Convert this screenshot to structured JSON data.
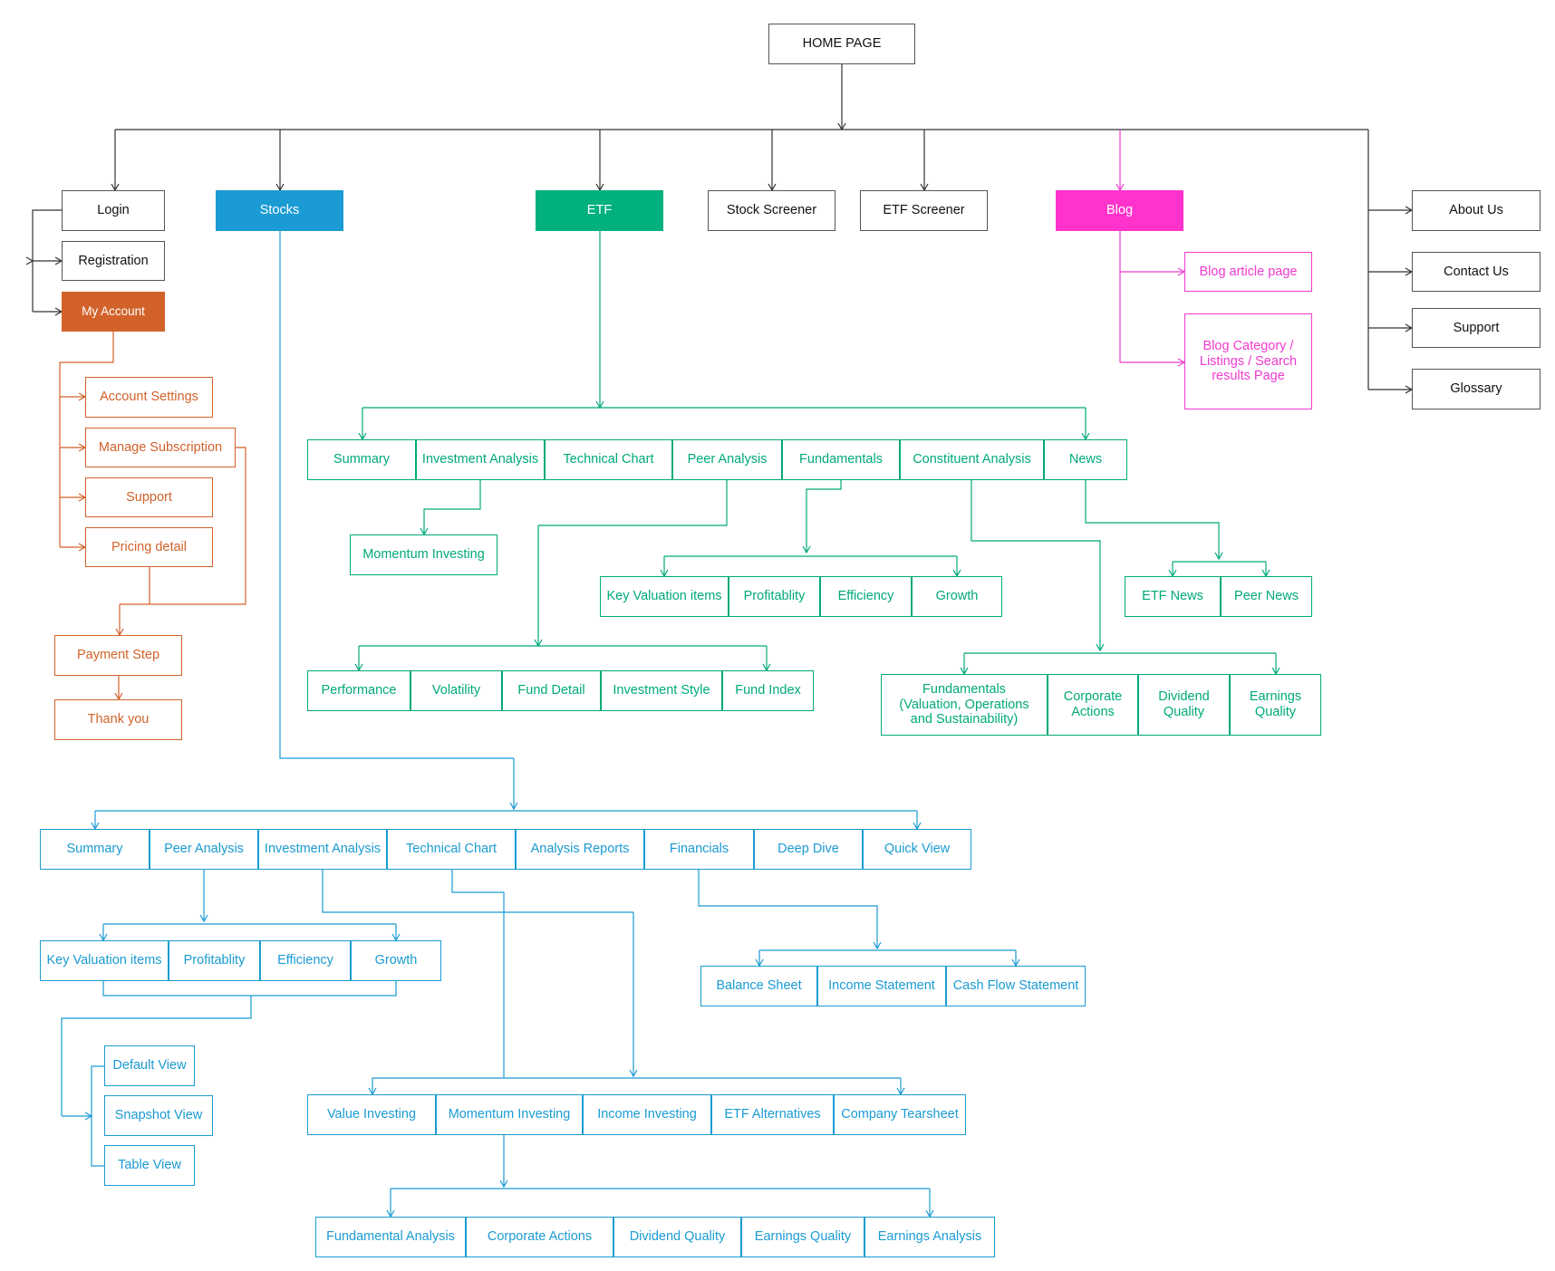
{
  "colors": {
    "black": "#333333",
    "orange": "#d2622a",
    "teal": "#00a97a",
    "blue": "#1a9bd3",
    "pink": "#f13ad0"
  },
  "home": {
    "label": "HOME PAGE"
  },
  "top_level": {
    "login": "Login",
    "registration": "Registration",
    "my_account": "My Account",
    "stocks": "Stocks",
    "etf": "ETF",
    "stock_screener": "Stock Screener",
    "etf_screener": "ETF Screener",
    "blog": "Blog",
    "about_us": "About Us",
    "contact_us": "Contact Us",
    "support": "Support",
    "glossary": "Glossary"
  },
  "account": {
    "account_settings": "Account Settings",
    "manage_subscription": "Manage Subscription",
    "support": "Support",
    "pricing_detail": "Pricing detail",
    "payment_step": "Payment Step",
    "thank_you": "Thank you"
  },
  "blog": {
    "article_page": "Blog article page",
    "category_listings": "Blog Category / Listings / Search results Page"
  },
  "etf": {
    "tabs": [
      "Summary",
      "Investment Analysis",
      "Technical Chart",
      "Peer Analysis",
      "Fundamentals",
      "Constituent Analysis",
      "News"
    ],
    "momentum_investing": "Momentum Investing",
    "fundamentals_children": [
      "Key Valuation items",
      "Profitablity",
      "Efficiency",
      "Growth"
    ],
    "news_children": [
      "ETF News",
      "Peer News"
    ],
    "peer_children": [
      "Performance",
      "Volatility",
      "Fund Detail",
      "Investment Style",
      "Fund Index"
    ],
    "constituent_children": [
      "Fundamentals (Valuation, Operations and Sustainability)",
      "Corporate Actions",
      "Dividend Quality",
      "Earnings Quality"
    ]
  },
  "stocks": {
    "tabs": [
      "Summary",
      "Peer Analysis",
      "Investment Analysis",
      "Technical Chart",
      "Analysis Reports",
      "Financials",
      "Deep Dive",
      "Quick View"
    ],
    "peer_children": [
      "Key Valuation items",
      "Profitablity",
      "Efficiency",
      "Growth"
    ],
    "views": [
      "Default View",
      "Snapshot View",
      "Table View"
    ],
    "financials_children": [
      "Balance Sheet",
      "Income Statement",
      "Cash Flow Statement"
    ],
    "investment_children": [
      "Value Investing",
      "Momentum Investing",
      "Income Investing",
      "ETF Alternatives",
      "Company Tearsheet"
    ],
    "momentum_children": [
      "Fundamental Analysis",
      "Corporate Actions",
      "Dividend Quality",
      "Earnings Quality",
      "Earnings Analysis"
    ]
  }
}
